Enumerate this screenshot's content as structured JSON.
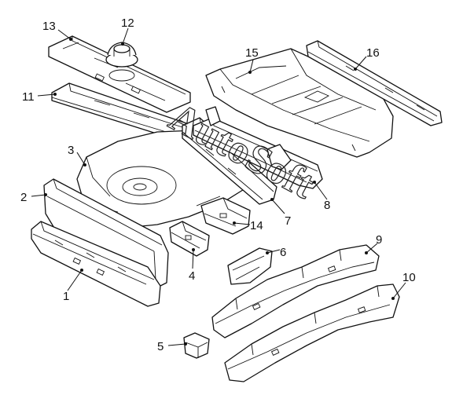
{
  "diagram": {
    "watermark": "AutoSoft",
    "callouts": [
      "1",
      "2",
      "3",
      "4",
      "5",
      "6",
      "7",
      "8",
      "9",
      "10",
      "11",
      "12",
      "13",
      "14",
      "15",
      "16"
    ]
  }
}
